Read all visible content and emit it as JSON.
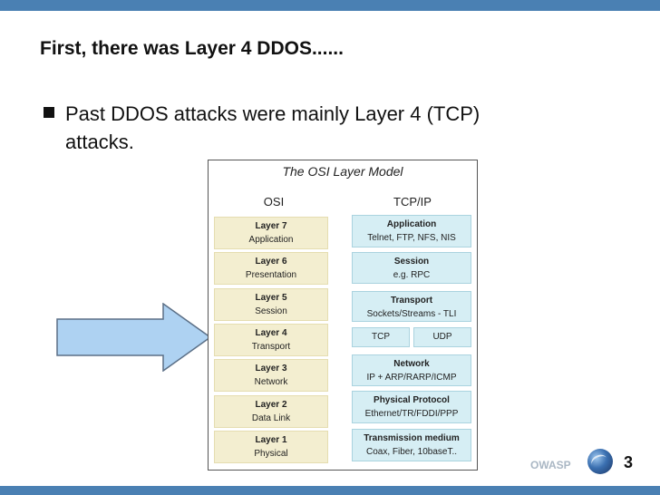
{
  "slide": {
    "title": "First, there was Layer 4 DDOS......",
    "bullet_line1": "Past DDOS attacks were mainly Layer 4 (TCP)",
    "bullet_line2": "attacks.",
    "page_number": "3",
    "footer_brand": "OWASP"
  },
  "osi_figure": {
    "title": "The OSI Layer Model",
    "osi_heading": "OSI",
    "tcpip_heading": "TCP/IP",
    "osi_layers": [
      {
        "name": "Layer 7",
        "desc": "Application"
      },
      {
        "name": "Layer 6",
        "desc": "Presentation"
      },
      {
        "name": "Layer 5",
        "desc": "Session"
      },
      {
        "name": "Layer 4",
        "desc": "Transport"
      },
      {
        "name": "Layer 3",
        "desc": "Network"
      },
      {
        "name": "Layer 2",
        "desc": "Data Link"
      },
      {
        "name": "Layer 1",
        "desc": "Physical"
      }
    ],
    "tcpip_layers": {
      "application": {
        "name": "Application",
        "desc": "Telnet, FTP, NFS, NIS"
      },
      "session": {
        "name": "Session",
        "desc": "e.g. RPC"
      },
      "transport": {
        "name": "Transport",
        "desc": "Sockets/Streams - TLI"
      },
      "tcp": "TCP",
      "udp": "UDP",
      "network": {
        "name": "Network",
        "desc": "IP + ARP/RARP/ICMP"
      },
      "physical": {
        "name": "Physical Protocol",
        "desc": "Ethernet/TR/FDDI/PPP"
      },
      "transmission": {
        "name": "Transmission medium",
        "desc": "Coax, Fiber, 10baseT.."
      }
    }
  },
  "colors": {
    "header_bar": "#4a80b3",
    "arrow_fill": "#aed2f2",
    "osi_box": "#f3eed0",
    "tcpip_box": "#d6eef4"
  },
  "icons": {
    "arrow": "right-arrow-icon",
    "logo": "owasp-globe-icon"
  }
}
